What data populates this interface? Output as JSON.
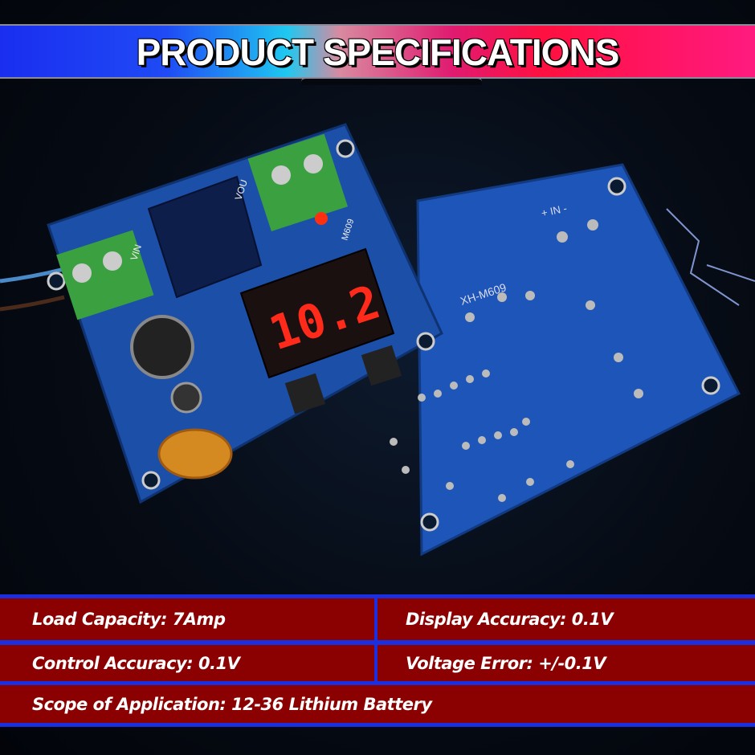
{
  "header": {
    "title": "PRODUCT SPECIFICATIONS"
  },
  "product": {
    "display_reading": "10.2",
    "board_label_front": "M609",
    "board_label_back": "XH-M609",
    "terminal_in": "VIN",
    "terminal_out": "VOU",
    "back_in": "+ IN -"
  },
  "specs": {
    "rows": [
      [
        "Load Capacity: 7Amp",
        "Display Accuracy: 0.1V"
      ],
      [
        "Control Accuracy: 0.1V",
        "Voltage Error: +/-0.1V"
      ],
      [
        "Scope of Application: 12-36 Lithium Battery"
      ]
    ]
  },
  "colors": {
    "header_left": "#1a2ef0",
    "header_right": "#ff1a80",
    "cell_bg": "#8b0000",
    "grid_line": "#1a2fe0",
    "pcb": "#1c4fa8"
  }
}
